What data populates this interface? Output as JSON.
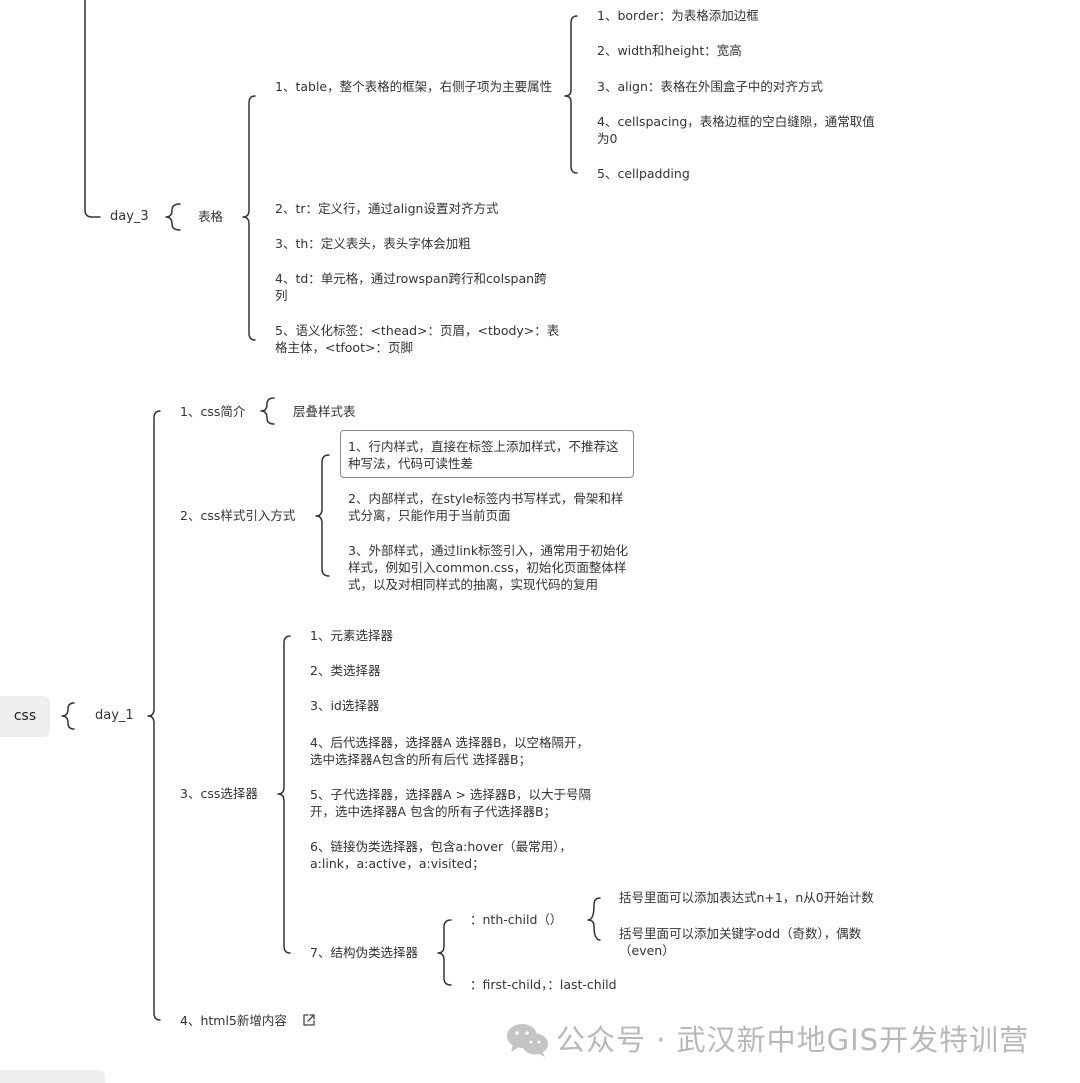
{
  "root": {
    "label": "css"
  },
  "day3": {
    "label": "day_3",
    "topic": "表格",
    "items": [
      "1、table，整个表格的框架，右侧子项为主要属性",
      "2、tr：定义行，通过align设置对齐方式",
      "3、th：定义表头，表头字体会加粗",
      "4、td：单元格，通过rowspan跨行和colspan跨列",
      "5、语义化标签：<thead>：页眉，<tbody>：表格主体，<tfoot>：页脚"
    ],
    "table_props": [
      "1、border：为表格添加边框",
      "2、width和height：宽高",
      "3、align：表格在外围盒子中的对齐方式",
      "4、cellspacing，表格边框的空白缝隙，通常取值为0",
      "5、cellpadding"
    ]
  },
  "day1": {
    "label": "day_1",
    "intro": {
      "label": "1、css简介",
      "child": "层叠样式表"
    },
    "import": {
      "label": "2、css样式引入方式",
      "items": [
        "1、行内样式，直接在标签上添加样式，不推荐这种写法，代码可读性差",
        "2、内部样式，在style标签内书写样式，骨架和样式分离，只能作用于当前页面",
        "3、外部样式，通过link标签引入，通常用于初始化样式，例如引入common.css，初始化页面整体样式，以及对相同样式的抽离，实现代码的复用"
      ]
    },
    "selectors": {
      "label": "3、css选择器",
      "items": [
        "1、元素选择器",
        "2、类选择器",
        "3、id选择器",
        "4、后代选择器，选择器A  选择器B，以空格隔开，选中选择器A包含的所有后代 选择器B；",
        "5、子代选择器，选择器A > 选择器B，以大于号隔开，选中选择器A 包含的所有子代选择器B；",
        "6、链接伪类选择器，包含a:hover（最常用），a:link，a:active，a:visited；",
        "7、结构伪类选择器"
      ],
      "structural": {
        "nth": "：nth-child（）",
        "nth_notes": [
          "括号里面可以添加表达式n+1，n从0开始计数",
          "括号里面可以添加关键字odd（奇数），偶数（even）"
        ],
        "firstlast": "：first-child，：last-child"
      }
    },
    "html5": {
      "label": "4、html5新增内容"
    }
  },
  "watermark": "公众号 · 武汉新中地GIS开发特训营",
  "colors": {
    "line": "#333333",
    "root_bg": "#eeeeee",
    "watermark": "#b8b8b8"
  },
  "icons": [
    "external-link-icon",
    "wechat-icon"
  ]
}
